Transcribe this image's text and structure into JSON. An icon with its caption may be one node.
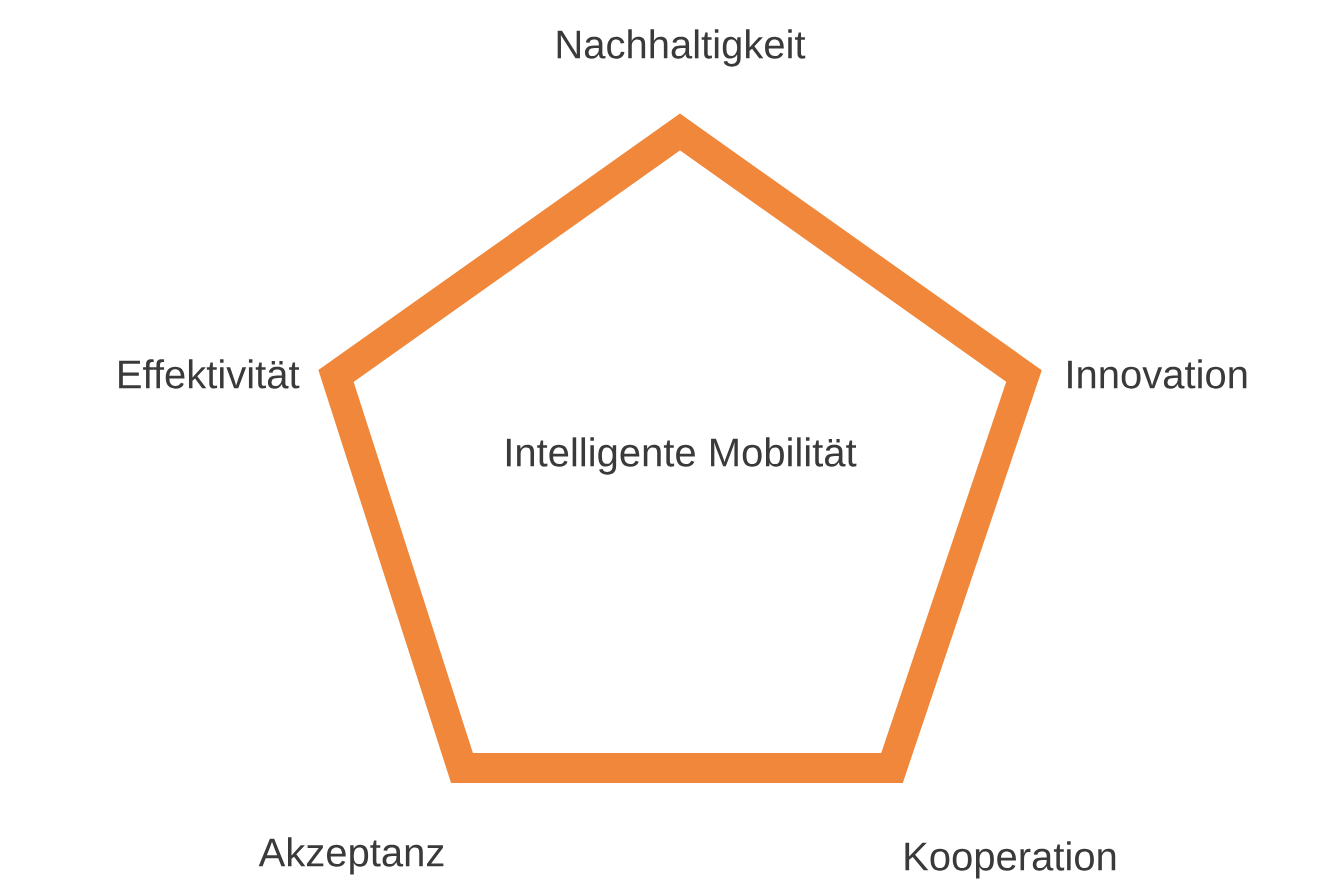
{
  "diagram": {
    "nodes": [
      {
        "text": [
          "Intelligente Mobilität"
        ]
      }
    ],
    "labels": [
      "Nachhaltigkeit",
      "Effektivität",
      "Innovation",
      "Akzeptanz",
      "Kooperation"
    ]
  }
}
